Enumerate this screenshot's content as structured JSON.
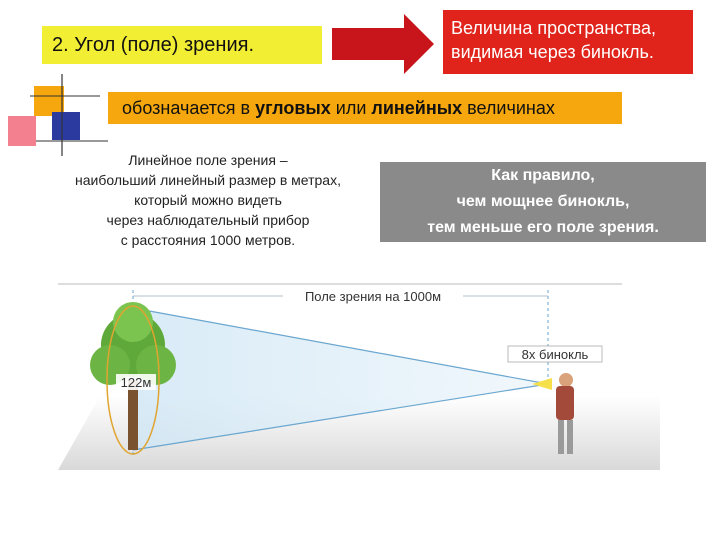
{
  "title": "2. Угол (поле) зрения.",
  "info": {
    "line1": "Величина пространства,",
    "line2": "видимая через бинокль."
  },
  "measure": {
    "part1": "обозначается в ",
    "bold1": "угловых",
    "part2": " или ",
    "bold2": "линейных",
    "part3": " величинах"
  },
  "definition": {
    "term": "Линейное поле зрения",
    "line1_rest": " –",
    "line2": "наибольший линейный размер в метрах,",
    "line3": "который можно видеть",
    "line4": "через наблюдательный прибор",
    "line5": "с расстояния 1000 метров."
  },
  "rule": {
    "line1": "Как правило,",
    "line2": "чем мощнее бинокль,",
    "line3": "тем меньше его поле зрения."
  },
  "illustration": {
    "field_label": "Поле зрения на 1000м",
    "binocular_label": "8х бинокль",
    "width_label": "122м"
  },
  "colors": {
    "title_bg": "#f2ee33",
    "info_bg": "#e0241b",
    "bar_bg": "#f5a70d",
    "rule_bg": "#8a8a8a"
  }
}
